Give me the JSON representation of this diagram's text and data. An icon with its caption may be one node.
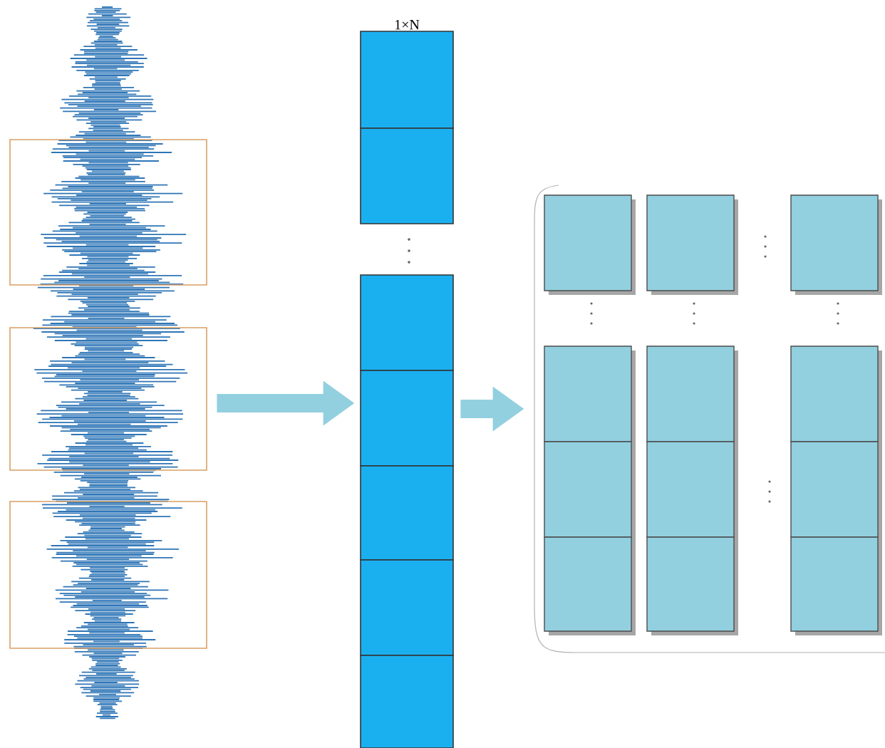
{
  "diagram": {
    "nodes": [
      {
        "text": [],
        "shape": "picture"
      },
      {
        "text": [],
        "shape": "bar",
        "beside": [
          "1×N"
        ]
      },
      {
        "text": [],
        "shape": "box"
      }
    ],
    "edges": [
      {
        "from": 0,
        "to": 1,
        "arrow": "to"
      },
      {
        "from": 1,
        "to": 2,
        "arrow": "to"
      }
    ]
  }
}
